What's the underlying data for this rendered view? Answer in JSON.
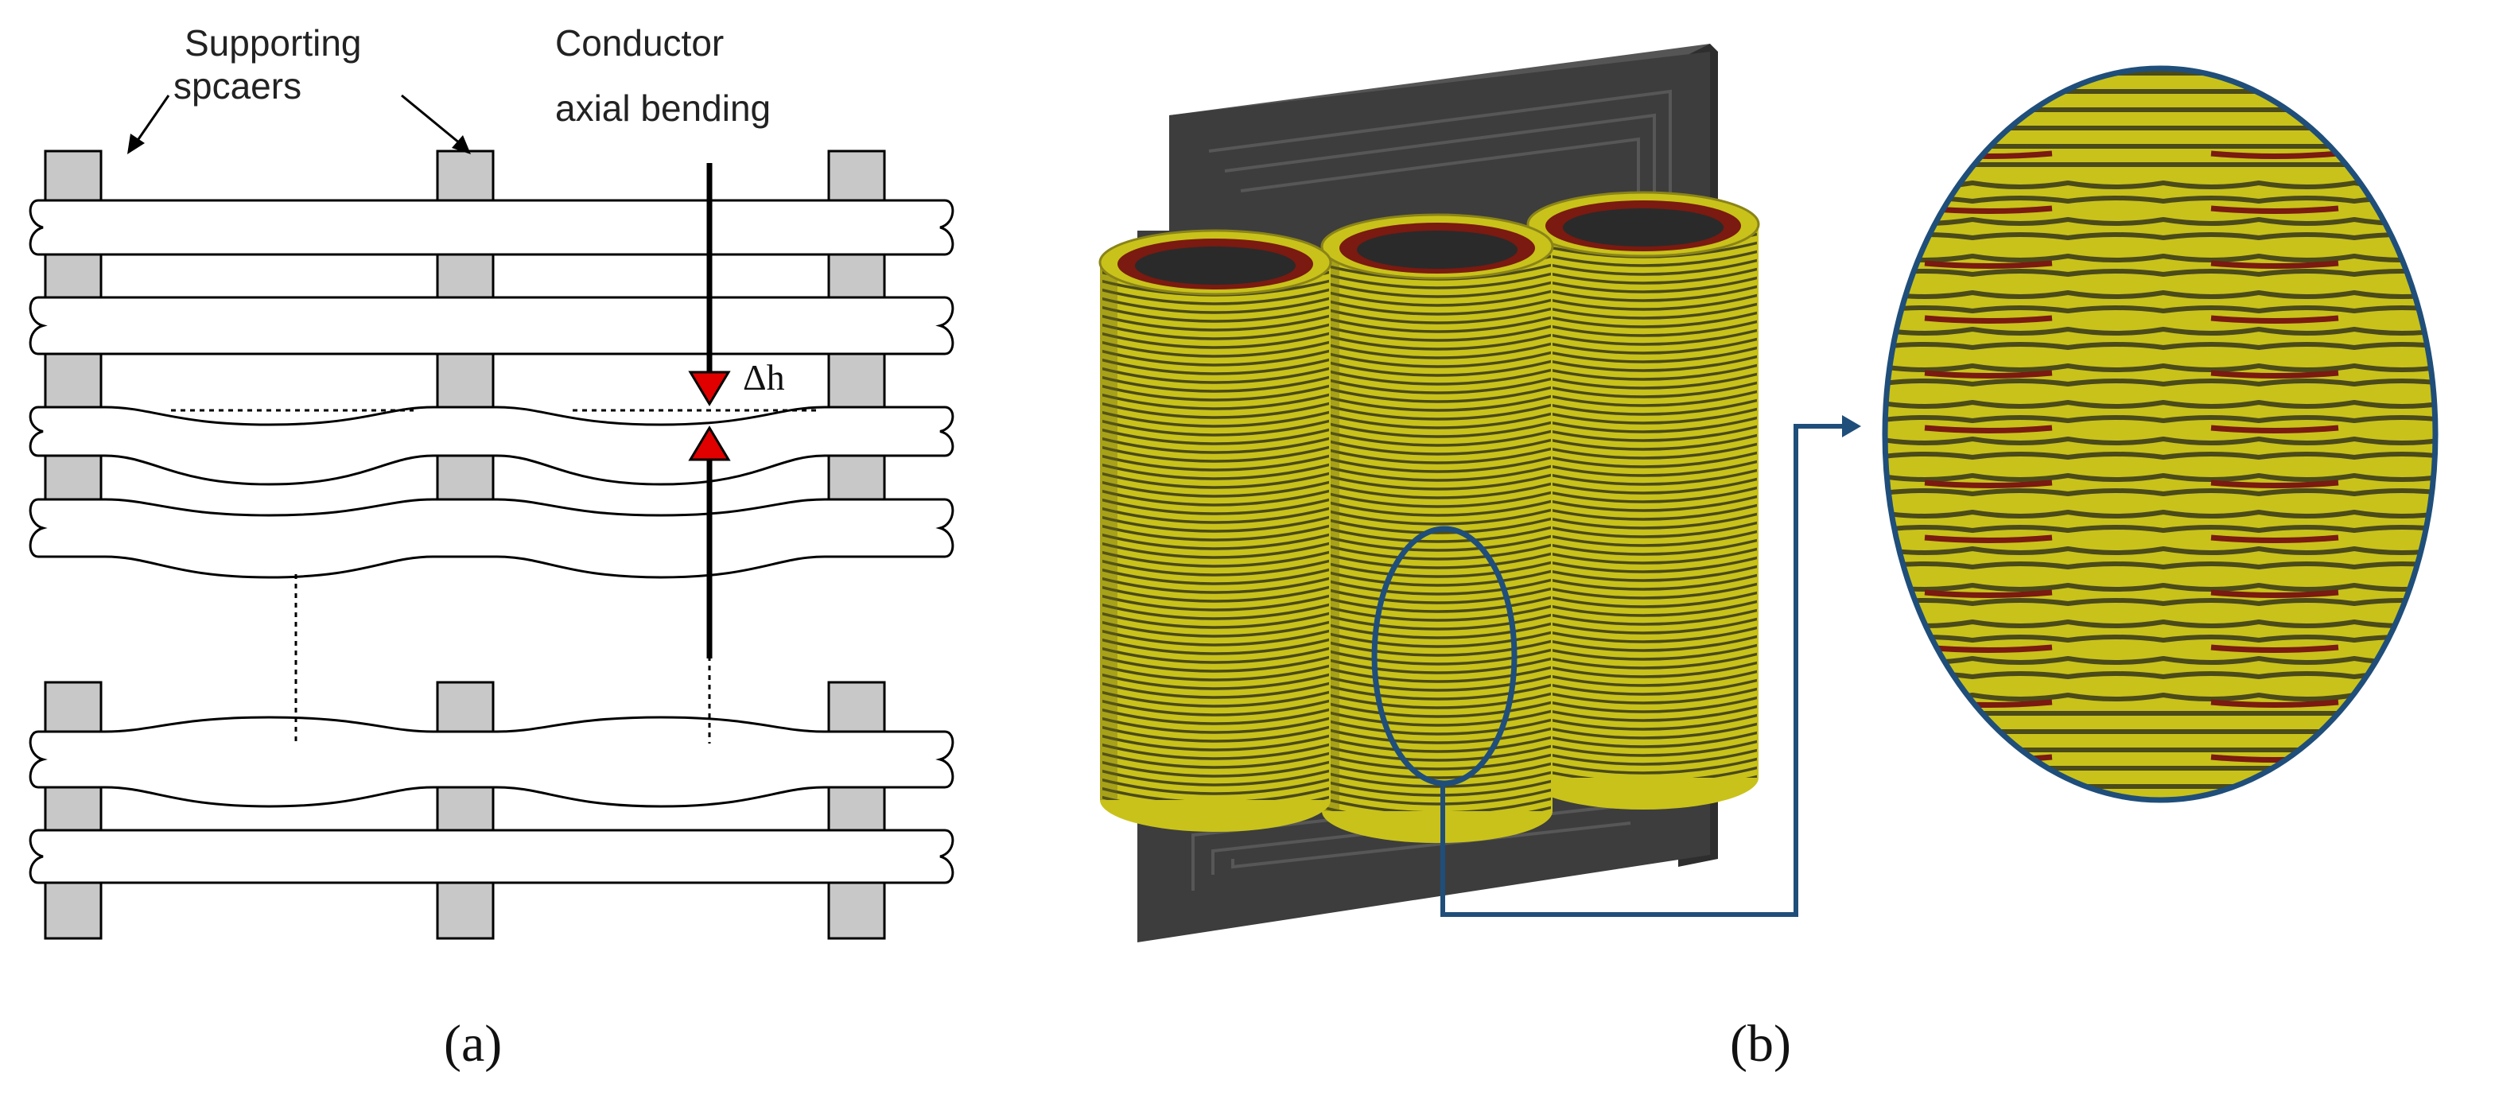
{
  "panel_a": {
    "label_supporting_line1": "Supporting",
    "label_supporting_line2": "spcaers",
    "label_conductor_line1": "Conductor",
    "label_conductor_line2": "axial bending",
    "label_delta_h": "Δh",
    "caption": "(a)",
    "colors": {
      "spacer": "#c8c8c8",
      "arrow_head": "#e00000",
      "line": "#000000"
    }
  },
  "panel_b": {
    "caption": "(b)",
    "colors": {
      "core": "#3d3d3d",
      "winding": "#c9c21a",
      "winding_gap": "#4a4a1a",
      "inner_insulation": "#7a1a10",
      "zoom_outline": "#1f4e7a"
    }
  }
}
